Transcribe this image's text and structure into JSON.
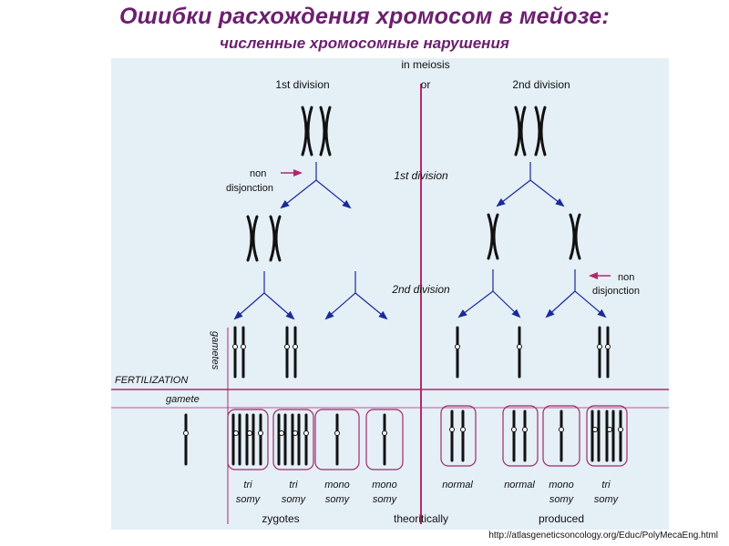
{
  "header": {
    "title": "Ошибки расхождения хромосом в мейозе:",
    "subtitle": "численные хромосомные нарушения"
  },
  "diagram": {
    "top_label": "in meiosis",
    "or_label": "or",
    "left_heading": "1st division",
    "right_heading": "2nd division",
    "mid_first_division": "1st division",
    "mid_second_division": "2nd division",
    "nondisjunction_left": [
      "non",
      "disjonction"
    ],
    "nondisjunction_right": [
      "non",
      "disjonction"
    ],
    "gametes_label": "gametes",
    "fertilization_label": "FERTILIZATION",
    "gamete_label": "gamete",
    "zygotes": [
      {
        "line1": "tri",
        "line2": "somy"
      },
      {
        "line1": "tri",
        "line2": "somy"
      },
      {
        "line1": "mono",
        "line2": "somy"
      },
      {
        "line1": "mono",
        "line2": "somy"
      },
      {
        "line1": "normal",
        "line2": ""
      },
      {
        "line1": "normal",
        "line2": ""
      },
      {
        "line1": "mono",
        "line2": "somy"
      },
      {
        "line1": "tri",
        "line2": "somy"
      }
    ],
    "bottom_left": "zygotes",
    "bottom_mid": "theoritically",
    "bottom_right": "produced",
    "colors": {
      "background": "#e5eff6",
      "divider": "#b5266e",
      "arrow": "#1a2a9a",
      "nondisjunction_arrow": "#b5266e",
      "frame": "#a0286a",
      "title": "#6b1f6f"
    }
  },
  "footer": {
    "source": "http://atlasgeneticsoncology.org/Educ/PolyMecaEng.html"
  }
}
